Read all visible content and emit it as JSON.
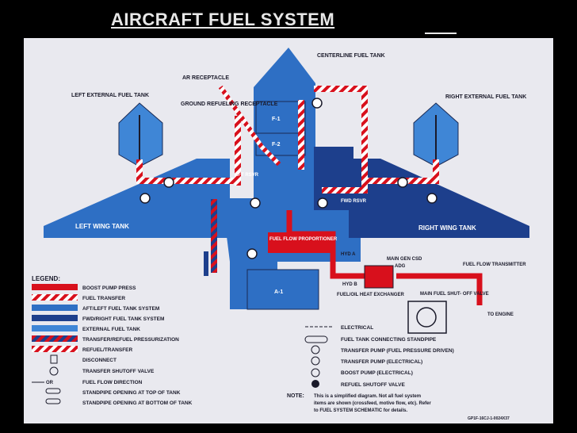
{
  "title": "AIRCRAFT FUEL SYSTEM",
  "colors": {
    "boost_pump_press": "#d8101c",
    "aft_left": "#2e6fc4",
    "fwd_right": "#1d3f8c",
    "external": "#3f86d6",
    "panel": "#e9e9ef"
  },
  "tanks": {
    "centerline": "CENTERLINE FUEL TANK",
    "left_external": "LEFT EXTERNAL FUEL TANK",
    "right_external": "RIGHT EXTERNAL FUEL TANK",
    "left_wing": "LEFT WING TANK",
    "right_wing": "RIGHT WING TANK",
    "f1": "F-1",
    "f2": "F-2",
    "a1": "A-1",
    "aft_rsvr": "AFT RSVR",
    "fwd_rsvr": "FWD RSVR"
  },
  "labels": {
    "ar_receptacle": "AR RECEPTACLE",
    "ground_refueling": "GROUND REFUELING RECEPTACLE",
    "fuel_flow_proportioner": "FUEL FLOW PROPORTIONER",
    "hyd_a": "HYD A",
    "hyd_b": "HYD B",
    "main_gen_csd": "MAIN GEN CSD",
    "adg": "ADG",
    "fuel_flow_transmitter": "FUEL FLOW TRANSMITTER",
    "fuel_oil_heat_exchanger": "FUEL/OIL HEAT EXCHANGER",
    "main_fuel_shutoff": "MAIN FUEL SHUT- OFF VALVE",
    "to_engine": "TO ENGINE"
  },
  "legend": {
    "heading": "LEGEND:",
    "left": [
      "BOOST PUMP PRESS",
      "FUEL TRANSFER",
      "AFT/LEFT FUEL TANK SYSTEM",
      "FWD/RIGHT FUEL TANK SYSTEM",
      "EXTERNAL FUEL TANK",
      "TRANSFER/REFUEL PRESSURIZATION",
      "REFUEL/TRANSFER",
      "DISCONNECT",
      "TRANSFER SHUTOFF VALVE",
      "FUEL FLOW DIRECTION",
      "STANDPIPE OPENING AT TOP OF TANK",
      "STANDPIPE OPENING AT BOTTOM OF TANK"
    ],
    "right": [
      "ELECTRICAL",
      "FUEL TANK CONNECTING STANDPIPE",
      "TRANSFER PUMP (FUEL PRESSURE DRIVEN)",
      "TRANSFER PUMP (ELECTRICAL)",
      "BOOST PUMP (ELECTRICAL)",
      "REFUEL SHUTOFF VALVE"
    ],
    "or": "OR",
    "note_label": "NOTE:",
    "note_1": "This is a simplified diagram. Not all fuel system",
    "note_2": "items are shown (crossfeed, motive flow, etc). Refer",
    "note_3": "to FUEL SYSTEM SCHEMATIC for details.",
    "fig_id": "GP1F-16CJ-1-0024X37"
  }
}
